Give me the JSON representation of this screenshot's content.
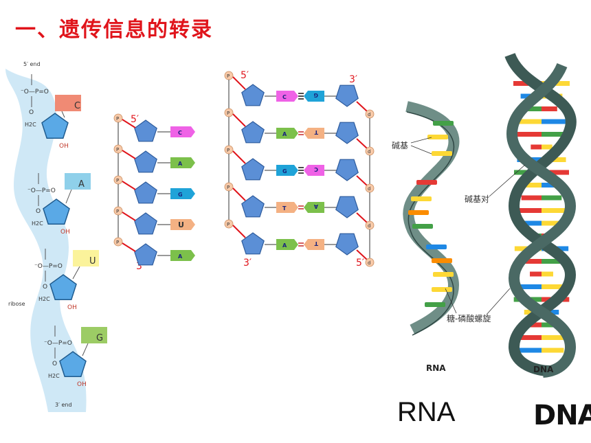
{
  "title": "一、遗传信息的转录",
  "chain_diagram": {
    "five_end": "5′ end",
    "three_end": "3′ end",
    "ribose": "ribose",
    "phosphate": "P",
    "oxygen": "O",
    "oh": "OH",
    "ch2": "H2C",
    "bases": [
      {
        "letter": "C",
        "color": "#f08a74"
      },
      {
        "letter": "A",
        "color": "#8fd0ea"
      },
      {
        "letter": "U",
        "color": "#fbf39b"
      },
      {
        "letter": "G",
        "color": "#9ccc65"
      }
    ],
    "background_color": "#cfe8f6"
  },
  "rna_strand": {
    "five_prime": "5′",
    "three_prime": "3′",
    "phosphate": "P",
    "bases": [
      {
        "letter": "C",
        "color": "#ef62e6"
      },
      {
        "letter": "A",
        "color": "#7cc04b"
      },
      {
        "letter": "G",
        "color": "#1fa3d8"
      },
      {
        "letter": "U",
        "color": "#f4b183"
      },
      {
        "letter": "A",
        "color": "#7cc04b"
      }
    ]
  },
  "dna_ladder": {
    "top_left": "5′",
    "top_right": "3′",
    "bottom_left": "3′",
    "bottom_right": "5′",
    "phosphate": "P",
    "deoxy": "d",
    "pairs": [
      {
        "left": "C",
        "right": "G",
        "left_color": "#ef62e6",
        "right_color": "#1fa3d8",
        "bonds": 3
      },
      {
        "left": "A",
        "right": "T",
        "left_color": "#7cc04b",
        "right_color": "#f4b183",
        "bonds": 2
      },
      {
        "left": "G",
        "right": "C",
        "left_color": "#1fa3d8",
        "right_color": "#ef62e6",
        "bonds": 3
      },
      {
        "left": "T",
        "right": "A",
        "left_color": "#f4b183",
        "right_color": "#7cc04b",
        "bonds": 2
      },
      {
        "left": "A",
        "right": "T",
        "left_color": "#7cc04b",
        "right_color": "#f4b183",
        "bonds": 2
      }
    ]
  },
  "helix": {
    "base_label": "碱基",
    "pair_label": "碱基对",
    "backbone_label": "糖-磷酸螺旋",
    "rna_caption": "RNA",
    "dna_caption": "DNA",
    "base_colors": [
      "#e53935",
      "#fdd835",
      "#1e88e5",
      "#43a047",
      "#fb8c00"
    ],
    "backbone_color": "#3d5a55"
  },
  "captions": {
    "rna": "RNA",
    "dna": "DNA"
  }
}
